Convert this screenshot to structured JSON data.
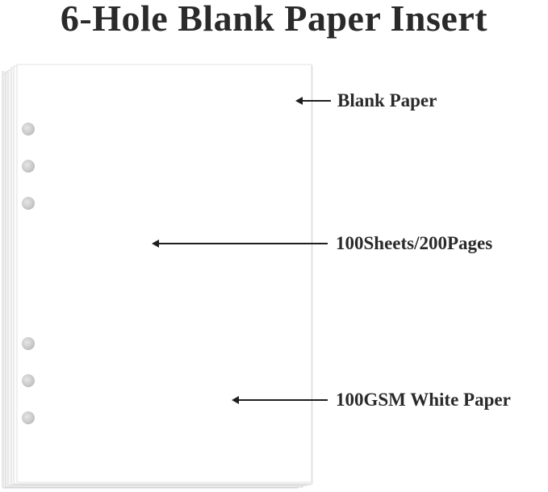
{
  "title": "6-Hole Blank Paper Insert",
  "callouts": [
    {
      "label": "Blank Paper"
    },
    {
      "label": "100Sheets/200Pages"
    },
    {
      "label": "100GSM White Paper"
    }
  ],
  "holes": {
    "count": 6
  }
}
